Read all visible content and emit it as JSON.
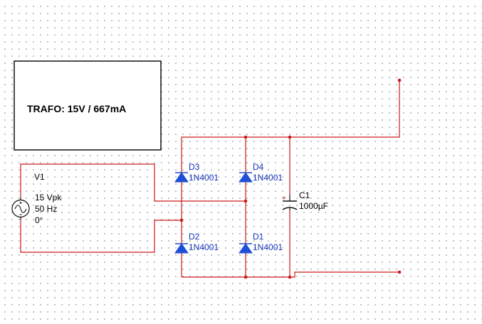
{
  "note": {
    "text": "TRAFO: 15V / 667mA"
  },
  "source": {
    "ref": "V1",
    "amplitude": "15 Vpk",
    "frequency": "50 Hz",
    "phase": "0°"
  },
  "diodes": [
    {
      "ref": "D3",
      "part": "1N4001"
    },
    {
      "ref": "D4",
      "part": "1N4001"
    },
    {
      "ref": "D2",
      "part": "1N4001"
    },
    {
      "ref": "D1",
      "part": "1N4001"
    }
  ],
  "capacitor": {
    "ref": "C1",
    "value": "1000µF",
    "polarity": "+"
  },
  "colors": {
    "wire": "#cc1b1b",
    "diode": "#1f4fd6",
    "component_label": "#1234b8",
    "grid_dot": "#7a7a7a"
  }
}
